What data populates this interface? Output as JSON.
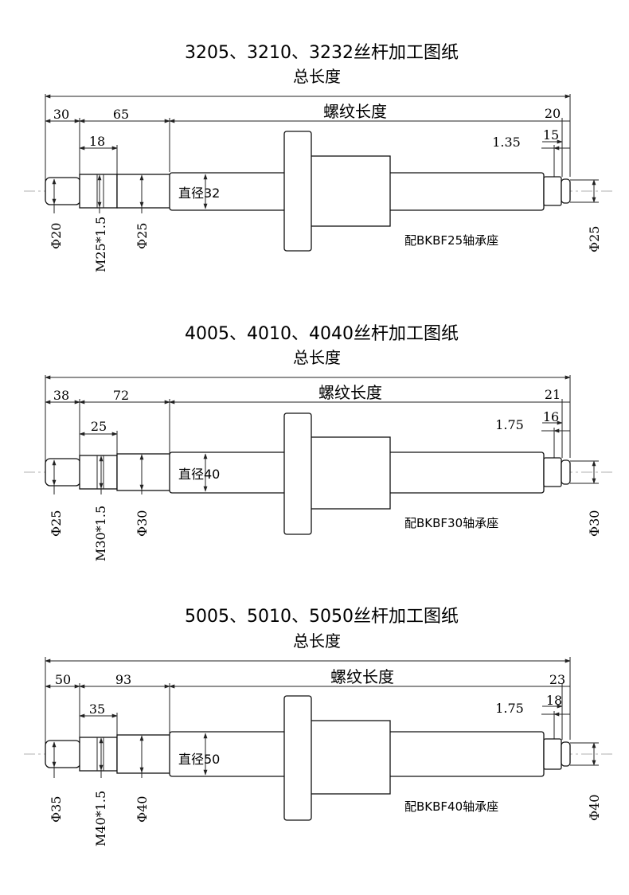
{
  "drawings": [
    {
      "title": "3205、3210、3232丝杆加工图纸",
      "total_length_label": "总长度",
      "thread_length_label": "螺纹长度",
      "dim_left_1": "30",
      "dim_left_2": "65",
      "dim_left_inner": "18",
      "dim_right_1": "20",
      "dim_right_2": "15",
      "dim_groove": "1.35",
      "dia_label": "直径32",
      "phi_a": "Φ20",
      "thread_spec": "M25*1.5",
      "phi_b": "Φ25",
      "phi_right": "Φ25",
      "bearing_note": "配BKBF25轴承座"
    },
    {
      "title": "4005、4010、4040丝杆加工图纸",
      "total_length_label": "总长度",
      "thread_length_label": "螺纹长度",
      "dim_left_1": "38",
      "dim_left_2": "72",
      "dim_left_inner": "25",
      "dim_right_1": "21",
      "dim_right_2": "16",
      "dim_groove": "1.75",
      "dia_label": "直径40",
      "phi_a": "Φ25",
      "thread_spec": "M30*1.5",
      "phi_b": "Φ30",
      "phi_right": "Φ30",
      "bearing_note": "配BKBF30轴承座"
    },
    {
      "title": "5005、5010、5050丝杆加工图纸",
      "total_length_label": "总长度",
      "thread_length_label": "螺纹长度",
      "dim_left_1": "50",
      "dim_left_2": "93",
      "dim_left_inner": "35",
      "dim_right_1": "23",
      "dim_right_2": "18",
      "dim_groove": "1.75",
      "dia_label": "直径50",
      "phi_a": "Φ35",
      "thread_spec": "M40*1.5",
      "phi_b": "Φ40",
      "phi_right": "Φ40",
      "bearing_note": "配BKBF40轴承座"
    }
  ]
}
